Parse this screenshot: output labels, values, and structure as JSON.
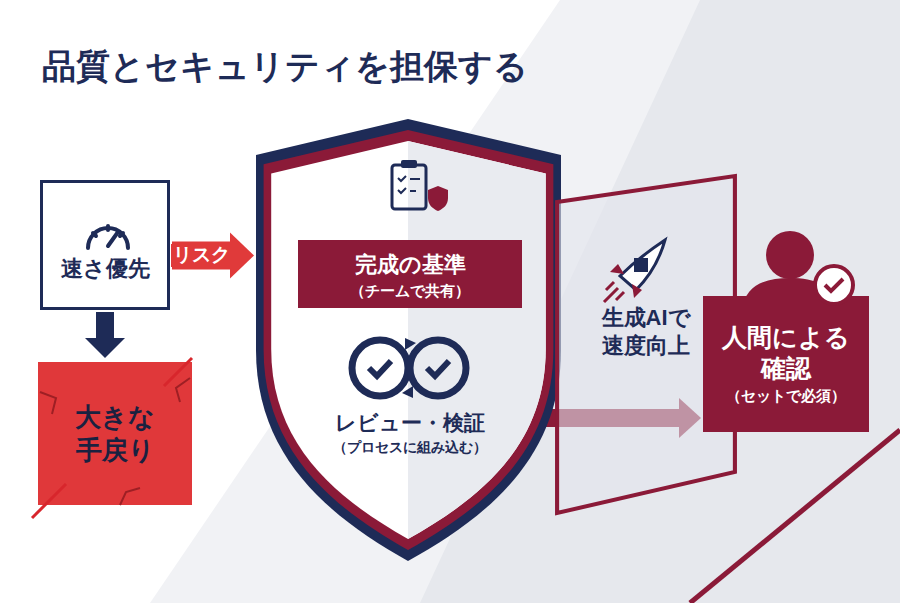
{
  "diagram": {
    "title": "品質とセキュリティを担保する",
    "nodes": [
      {
        "text": [
          "速さ優先"
        ]
      },
      {
        "text": [
          "大きな 手戻り"
        ]
      },
      {
        "text": []
      },
      {
        "text": [
          "完成の基準",
          "（チームで共有）"
        ],
        "in": 2
      },
      {
        "text": [
          "レビュー・検証",
          "（プロセスに組み込む）"
        ],
        "in": 2
      },
      {
        "text": [
          "生成AIで 速度向上"
        ]
      },
      {
        "text": [
          "人間による 確認",
          "（セットで必須）"
        ]
      }
    ],
    "edges": [
      {
        "from": 0,
        "to": 2,
        "label": "リスク",
        "arrow": "to"
      },
      {
        "from": 0,
        "to": 1,
        "arrow": "to"
      },
      {
        "from": 2,
        "to": 6,
        "arrow": "to"
      }
    ]
  }
}
